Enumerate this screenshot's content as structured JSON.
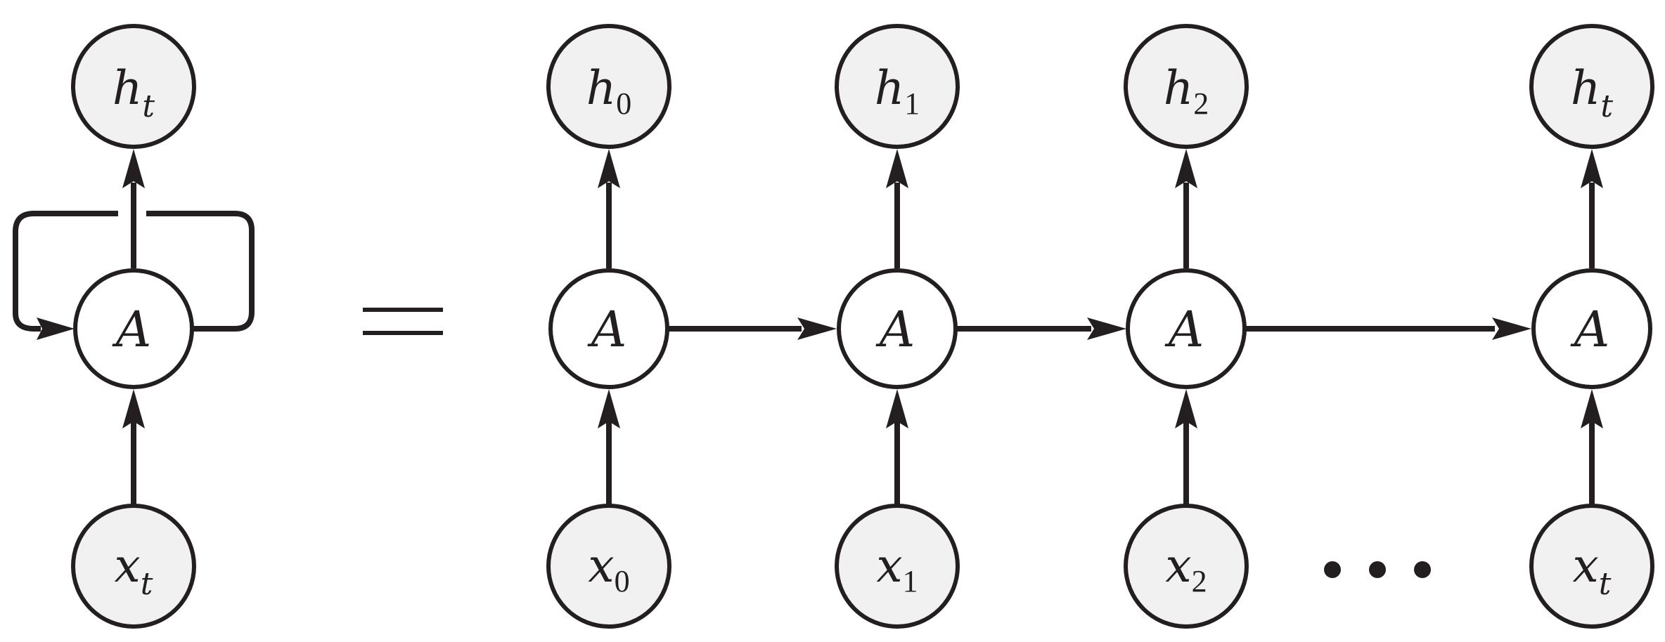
{
  "diagram": {
    "rolled": {
      "output": {
        "base": "h",
        "sub": "t"
      },
      "cell": {
        "label": "A"
      },
      "input": {
        "base": "x",
        "sub": "t"
      }
    },
    "equals_symbol": "=",
    "unrolled": {
      "cell_label": "A",
      "steps": [
        {
          "output": {
            "base": "h",
            "sub": "0"
          },
          "input": {
            "base": "x",
            "sub": "0"
          }
        },
        {
          "output": {
            "base": "h",
            "sub": "1"
          },
          "input": {
            "base": "x",
            "sub": "1"
          }
        },
        {
          "output": {
            "base": "h",
            "sub": "2"
          },
          "input": {
            "base": "x",
            "sub": "2"
          }
        },
        {
          "output": {
            "base": "h",
            "sub": "t"
          },
          "input": {
            "base": "x",
            "sub": "t"
          }
        }
      ]
    },
    "ellipsis_dots": 3
  }
}
